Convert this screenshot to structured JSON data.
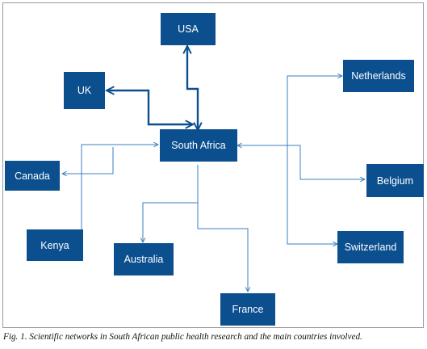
{
  "nodes": {
    "usa": "USA",
    "uk": "UK",
    "netherlands": "Netherlands",
    "south_africa": "South Africa",
    "canada": "Canada",
    "belgium": "Belgium",
    "kenya": "Kenya",
    "australia": "Australia",
    "switzerland": "Switzerland",
    "france": "France"
  },
  "caption": "Fig. 1. Scientific networks in South African public health research and the main countries involved.",
  "colors": {
    "node_fill": "#0c4f8e",
    "node_text": "#ffffff",
    "thick_edge": "#0c4f8e",
    "thin_edge": "#3b7fc0"
  }
}
